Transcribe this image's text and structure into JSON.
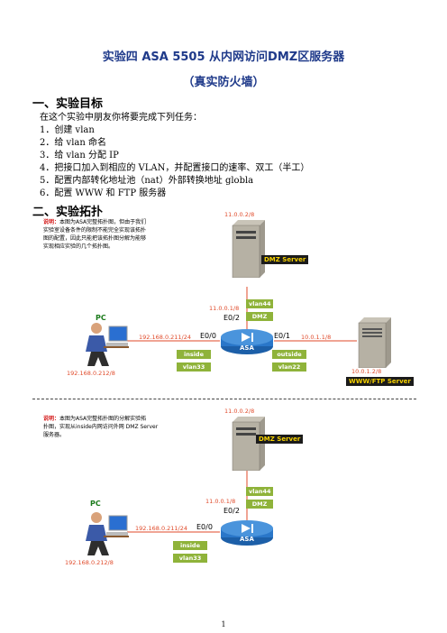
{
  "title": "实验四  ASA 5505 从内网访问DMZ区服务器",
  "subtitle": "（真实防火墙）",
  "section1": {
    "heading": "一、实验目标",
    "intro": "在这个实验中朋友你将要完成下列任务：",
    "tasks": [
      "1．创建 vlan",
      "2．给 vlan 命名",
      "3．给 vlan 分配 IP",
      "4．把接口加入到相应的 VLAN，并配置接口的速率、双工（半工）",
      "5．配置内部转化地址池（nat）外部转换地址 globla",
      "6．配置 WWW 和 FTP 服务器"
    ]
  },
  "section2": {
    "heading": "二、实验拓扑"
  },
  "diagram1": {
    "note_prefix": "说明：",
    "note_lines": [
      "本图为ASA完整拓扑图，但由于我们",
      "实验室设备条件的限制不能完全实现该拓扑",
      "图的配置，因此只能把该拓扑图分解为能够",
      "实现相应实验的几个拓扑图。"
    ],
    "dmz_ip": "11.0.0.2/8",
    "dmz_server": "DMZ Server",
    "dmz_gw": "11.0.0.1/8",
    "e02": "E0/2",
    "vlan44": "vlan44",
    "dmz_tag": "DMZ",
    "pc": "PC",
    "inside_ip": "192.168.0.211/24",
    "e00": "E0/0",
    "asa": "ASA",
    "e01": "E0/1",
    "outside_ip": "10.0.1.1/8",
    "inside_tag": "inside",
    "vlan33": "vlan33",
    "outside_tag": "outside",
    "vlan22": "vlan22",
    "pc_ip": "192.168.0.212/8",
    "www_ip": "10.0.1.2/8",
    "www_server": "WWW/FTP Server"
  },
  "diagram2": {
    "note_prefix": "说明：",
    "note_lines": [
      "本图为ASA完整拓扑图的分解实验拓",
      "扑图，实现从inside内网访问外网 DMZ Server",
      "服务器。"
    ],
    "dmz_ip": "11.0.0.2/8",
    "dmz_server": "DMZ Server",
    "dmz_gw": "11.0.0.1/8",
    "e02": "E0/2",
    "vlan44": "vlan44",
    "dmz_tag": "DMZ",
    "pc": "PC",
    "inside_ip": "192.168.0.211/24",
    "e00": "E0/0",
    "asa": "ASA",
    "inside_tag": "inside",
    "vlan33": "vlan33",
    "pc_ip": "192.168.0.212/8"
  },
  "page_number": "1"
}
